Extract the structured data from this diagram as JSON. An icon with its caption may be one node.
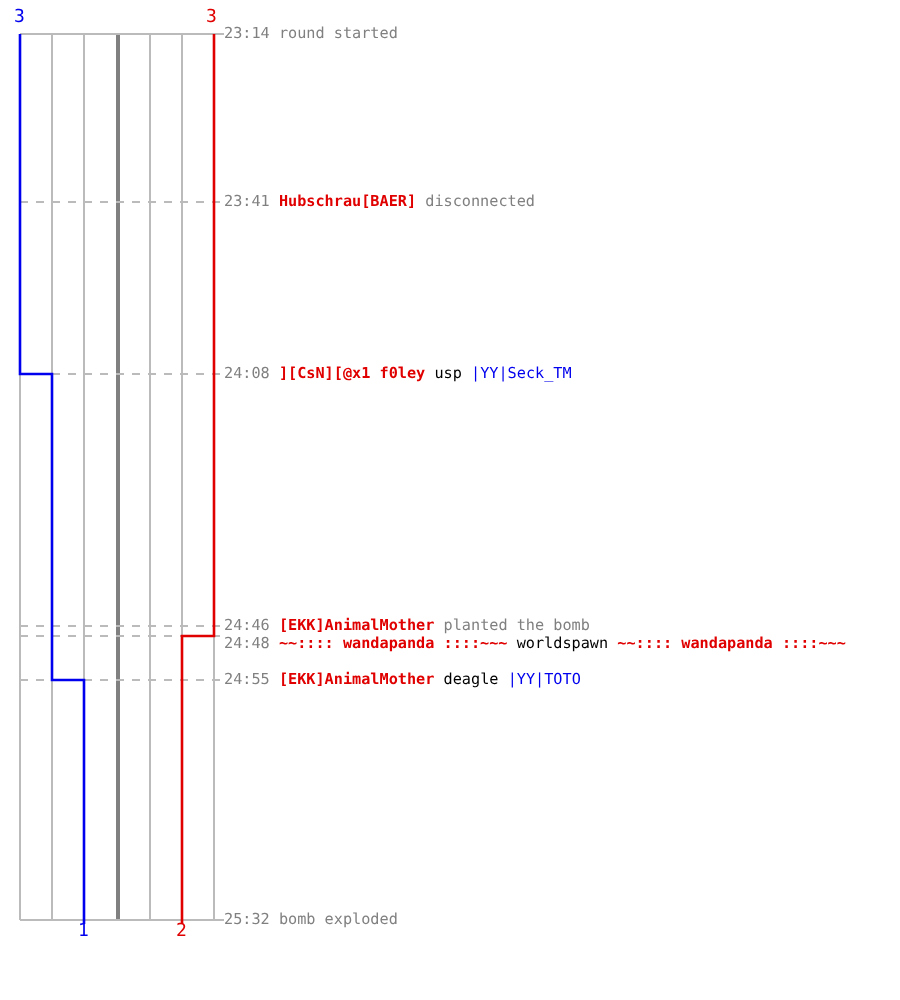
{
  "diagram": {
    "labels": [
      "3",
      "3",
      "23:14",
      "round started",
      "23:41",
      "Hubschrau[BAER]",
      "disconnected",
      "24:08",
      "][CsN][@x1 f0ley",
      "usp",
      "|YY|Seck_TM",
      "24:46",
      "[EKK]AnimalMother",
      "planted the bomb",
      "24:48",
      "~~:::: wandapanda ::::~~~",
      "worldspawn",
      "~~:::: wandapanda ::::~~~",
      "24:55",
      "[EKK]AnimalMother",
      "deagle",
      "|YY|TOTO",
      "1",
      "2",
      "25:32",
      "bomb exploded"
    ]
  }
}
